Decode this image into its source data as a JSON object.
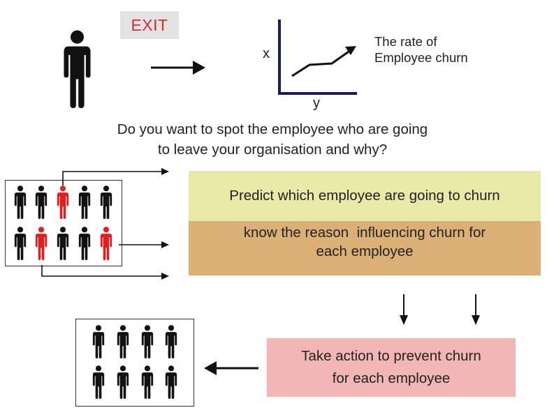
{
  "header": {
    "exit_label": "EXIT",
    "rate_label_line1": "The rate of",
    "rate_label_line2": "Employee churn",
    "axis_x": "x",
    "axis_y": "y"
  },
  "question": {
    "line1": "Do you want to spot the employee who are going",
    "line2": "to leave your organisation and why?"
  },
  "steps": {
    "predict": "Predict which employee are going to churn",
    "reason_line1": "know the reason  influencing churn for",
    "reason_line2": "each employee",
    "action_line1": "Take action to prevent churn",
    "action_line2": "for each employee"
  },
  "colors": {
    "churn_person": "#e02020",
    "stay_person": "#111111",
    "chart_axis": "#1a1a5e",
    "exit_text": "#d92b2b",
    "predict_bg": "#eaeaa8",
    "reason_bg": "#dbb076",
    "action_bg": "#f3b6b6"
  }
}
